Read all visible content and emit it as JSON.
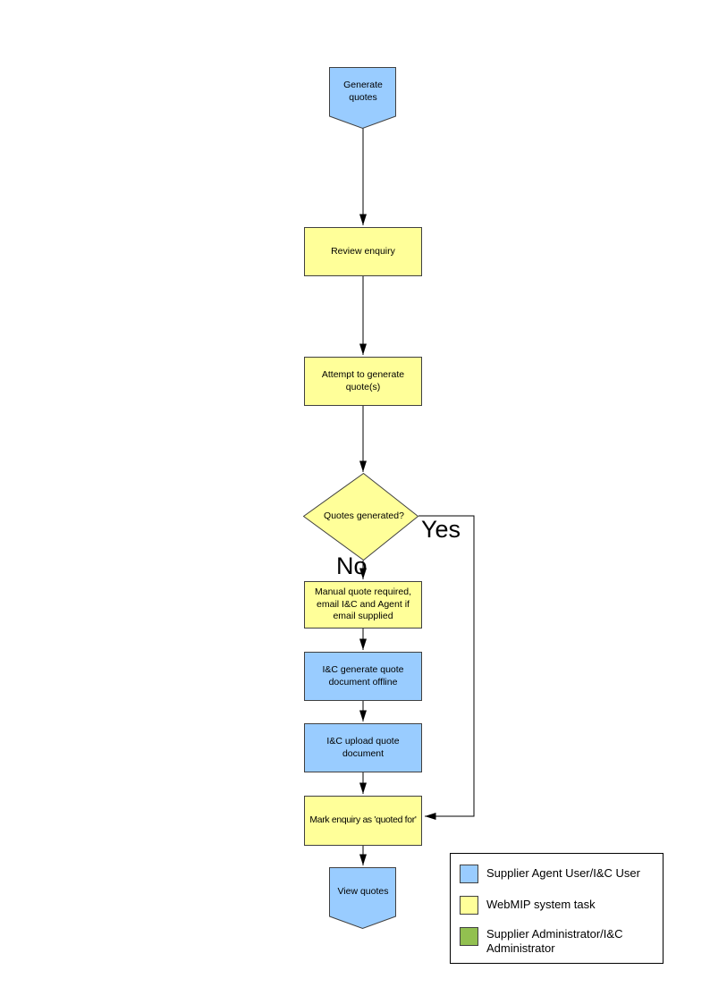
{
  "flow": {
    "start": "Generate quotes",
    "review": "Review enquiry",
    "attempt": "Attempt to generate quote(s)",
    "decision": "Quotes generated?",
    "manual": "Manual quote required, email I&C and Agent if email supplied",
    "ic_generate": "I&C generate quote document offline",
    "ic_upload": "I&C upload quote document",
    "mark": "Mark enquiry as 'quoted for'",
    "end": "View quotes",
    "yes_label": "Yes",
    "no_label": "No"
  },
  "legend": {
    "items": [
      {
        "label": "Supplier Agent User/I&C User",
        "color": "#99CCFF"
      },
      {
        "label": "WebMIP system task",
        "color": "#FFFF99"
      },
      {
        "label": "Supplier Administrator/I&C Administrator",
        "color": "#92C050"
      }
    ]
  },
  "colors": {
    "user_task": "#99CCFF",
    "system_task": "#FFFF99",
    "admin_task": "#92C050",
    "shape_border": "#404040",
    "connector": "#000000"
  }
}
